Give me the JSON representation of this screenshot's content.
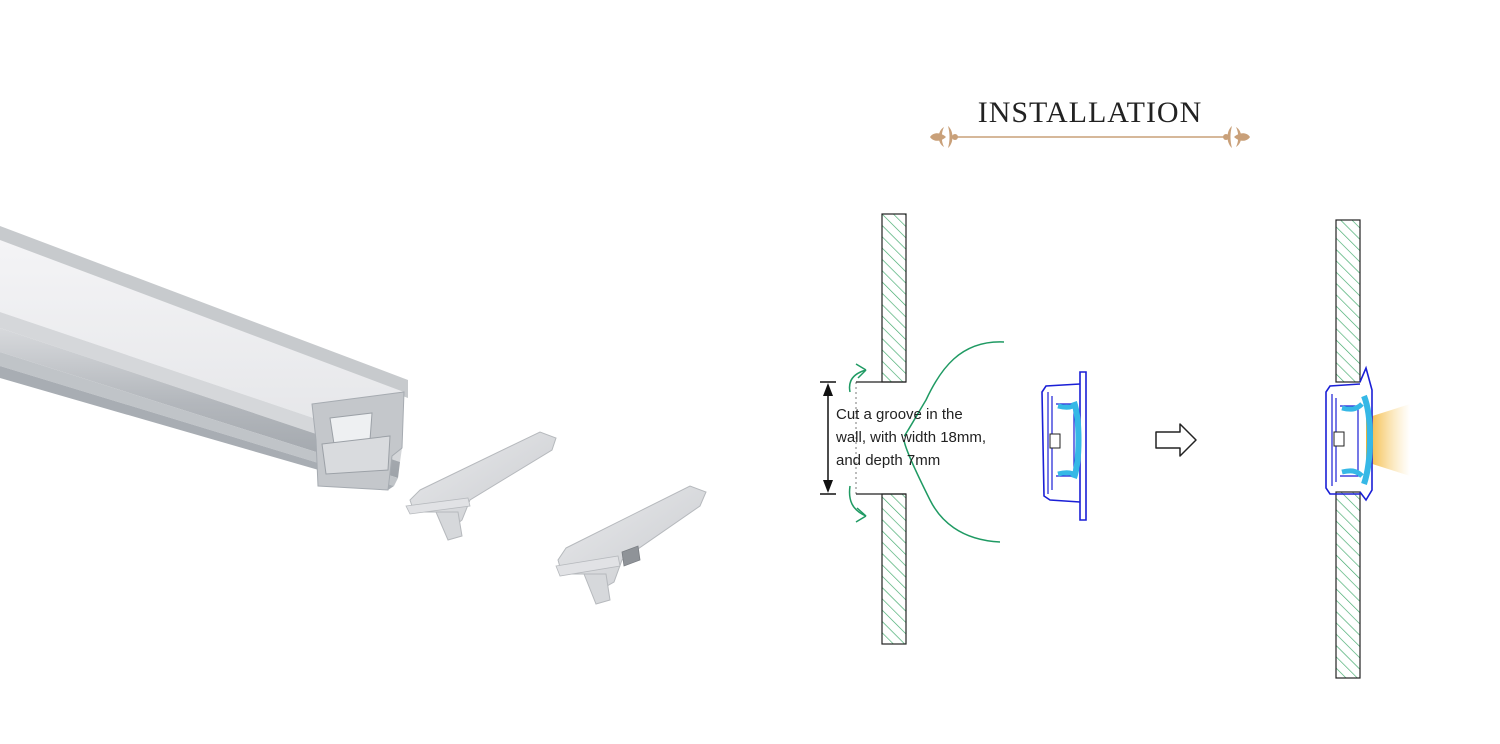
{
  "section": {
    "title": "INSTALLATION"
  },
  "instruction": {
    "line1": "Cut a groove in the",
    "line2": "wall, with width 18mm,",
    "line3": "and depth 7mm"
  },
  "colors": {
    "title_ornament": "#c9a079",
    "wall_hatch": "#3ea86a",
    "profile_outline": "#1a1fd6",
    "diffuser": "#36b8e6",
    "light_beam": "#f2b330",
    "arrow_green": "#1f9a63"
  },
  "icons": {
    "direction": "outline-right-arrow-icon",
    "ornament": "fleur-de-lis-icon"
  }
}
